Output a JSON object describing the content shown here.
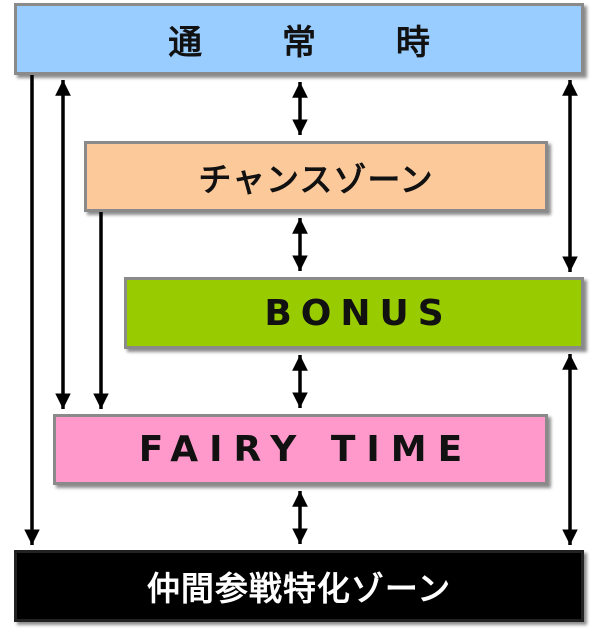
{
  "diagram": {
    "nodes": {
      "normal": {
        "label": "通 常 時",
        "color": "#99ccff"
      },
      "chance": {
        "label": "チャンスゾーン",
        "color": "#fcc99b"
      },
      "bonus": {
        "label": "BONUS",
        "color": "#99cc00"
      },
      "fairy": {
        "label": "FAIRY TIME",
        "color": "#ff99cc"
      },
      "nakama": {
        "label": "仲間参戦特化ゾーン",
        "color": "#000000"
      }
    },
    "edges": [
      {
        "from": "normal",
        "to": "chance",
        "direction": "both"
      },
      {
        "from": "chance",
        "to": "bonus",
        "direction": "both"
      },
      {
        "from": "bonus",
        "to": "fairy",
        "direction": "both"
      },
      {
        "from": "fairy",
        "to": "nakama",
        "direction": "both"
      },
      {
        "from": "normal",
        "to": "bonus",
        "direction": "both"
      },
      {
        "from": "bonus",
        "to": "nakama",
        "direction": "both"
      },
      {
        "from": "normal",
        "to": "fairy",
        "direction": "both"
      },
      {
        "from": "chance",
        "to": "fairy",
        "direction": "forward"
      },
      {
        "from": "normal",
        "to": "nakama",
        "direction": "forward"
      }
    ]
  }
}
